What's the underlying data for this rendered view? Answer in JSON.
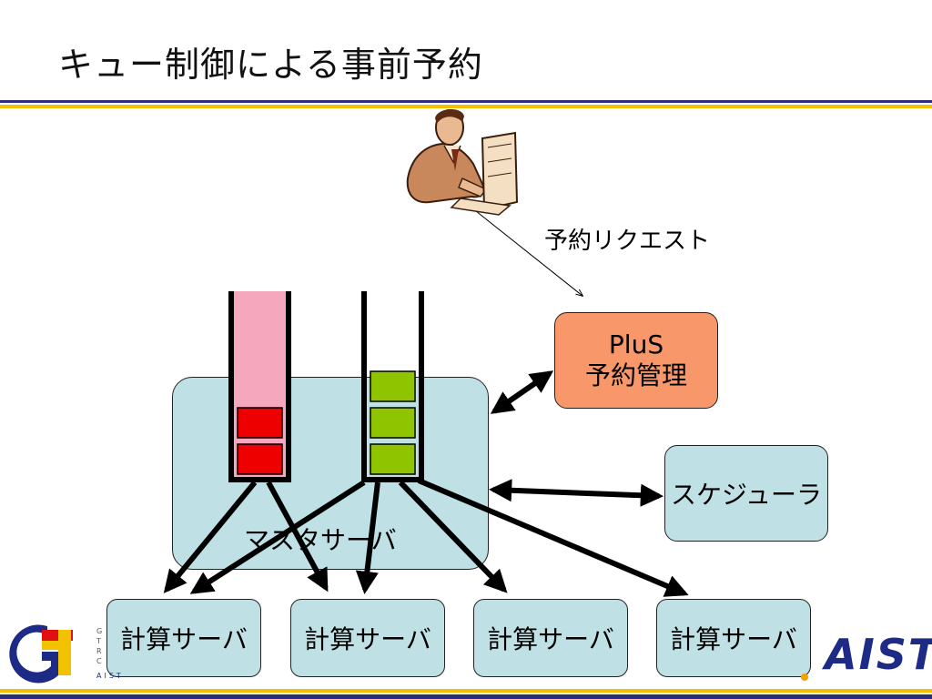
{
  "slide": {
    "title": "キュー制御による事前予約"
  },
  "diagram": {
    "request_label": "予約リクエスト",
    "plus": {
      "line1": "PluS",
      "line2": "予約管理"
    },
    "scheduler": "スケジューラ",
    "master": "マスタサーバ",
    "compute_nodes": [
      "計算サーバ",
      "計算サーバ",
      "計算サーバ",
      "計算サーバ"
    ]
  },
  "logos": {
    "left_letters": "G T R C",
    "left_sub": "AIST",
    "right": "AIST"
  },
  "colors": {
    "title_rule_navy": "#2a2e7a",
    "title_rule_gold": "#f2c200",
    "box_teal": "#bfe0e4",
    "plus_orange": "#f7976a",
    "queue_pink": "#f4a7bd",
    "job_red": "#ee0000",
    "job_green": "#8fc400"
  }
}
